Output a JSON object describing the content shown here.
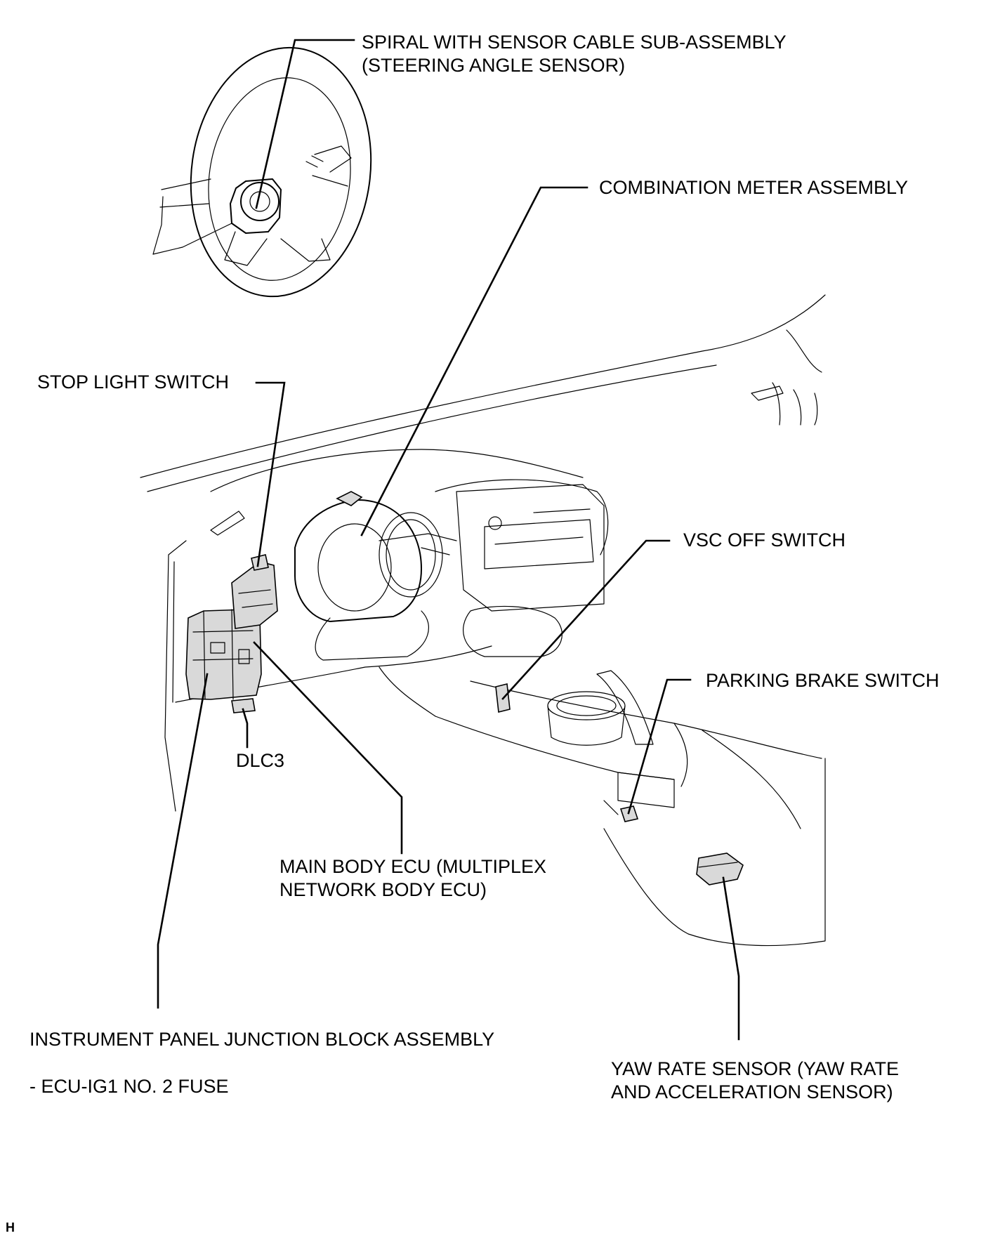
{
  "labels": {
    "spiral_line1": "SPIRAL WITH SENSOR CABLE SUB-ASSEMBLY",
    "spiral_line2": "(STEERING ANGLE SENSOR)",
    "combination_meter": "COMBINATION METER ASSEMBLY",
    "stop_light_switch": "STOP LIGHT SWITCH",
    "vsc_off_switch": "VSC OFF SWITCH",
    "parking_brake_switch": "PARKING BRAKE SWITCH",
    "dlc3": "DLC3",
    "main_body_ecu_line1": "MAIN BODY ECU (MULTIPLEX",
    "main_body_ecu_line2": "NETWORK BODY ECU)",
    "instrument_panel_jb": "INSTRUMENT PANEL JUNCTION BLOCK ASSEMBLY",
    "ecu_ig1_fuse": "- ECU-IG1 NO. 2 FUSE",
    "yaw_rate_line1": "YAW RATE SENSOR (YAW RATE",
    "yaw_rate_line2": "AND ACCELERATION SENSOR)"
  },
  "corner_mark": "H"
}
